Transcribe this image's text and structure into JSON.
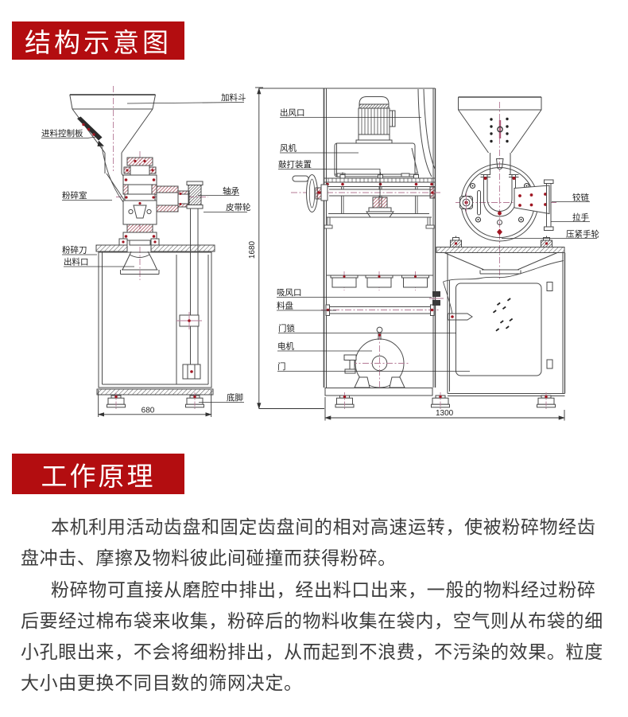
{
  "colors": {
    "banner_red": "#b30d10",
    "line_gray": "#4a4a4a",
    "accent_red": "#a01622",
    "centerline_pink": "#b57a96",
    "body_text": "#333333"
  },
  "structure_section": {
    "banner_title": "结构示意图"
  },
  "principle_section": {
    "banner_title": "工作原理",
    "paragraph1": "本机利用活动齿盘和固定齿盘间的相对高速运转，使被粉碎物经齿\n盘冲击、摩擦及物料彼此间碰撞而获得粉碎。",
    "paragraph2": "粉碎物可直接从磨腔中排出，经出料口出来，一般的物料经过粉碎\n后要经过棉布袋来收集，粉碎后的物料收集在袋内，空气则从布袋的细\n小孔眼出来，不会将细粉排出，从而起到不浪费，不污染的效果。粒度\n大小由更换不同目数的筛网决定。"
  },
  "diagram": {
    "labels": {
      "feed_hopper": "加料斗",
      "feed_control_plate": "进料控制板",
      "crushing_chamber": "粉碎室",
      "bearing": "轴承",
      "belt_pulley": "皮带轮",
      "crushing_blade": "粉碎刀",
      "discharge_outlet": "出料口",
      "foot": "底脚",
      "air_outlet": "出风口",
      "fan": "风机",
      "knocking_device": "敲打装置",
      "suction_inlet": "吸风口",
      "material_tray": "料盘",
      "door_lock": "门锁",
      "motor": "电机",
      "door": "门",
      "hinge": "铰链",
      "handle": "拉手",
      "pressing_handwheel": "压紧手轮"
    },
    "dimensions": {
      "base_width_left": "680",
      "total_height": "1680",
      "base_width_right": "1300"
    }
  }
}
